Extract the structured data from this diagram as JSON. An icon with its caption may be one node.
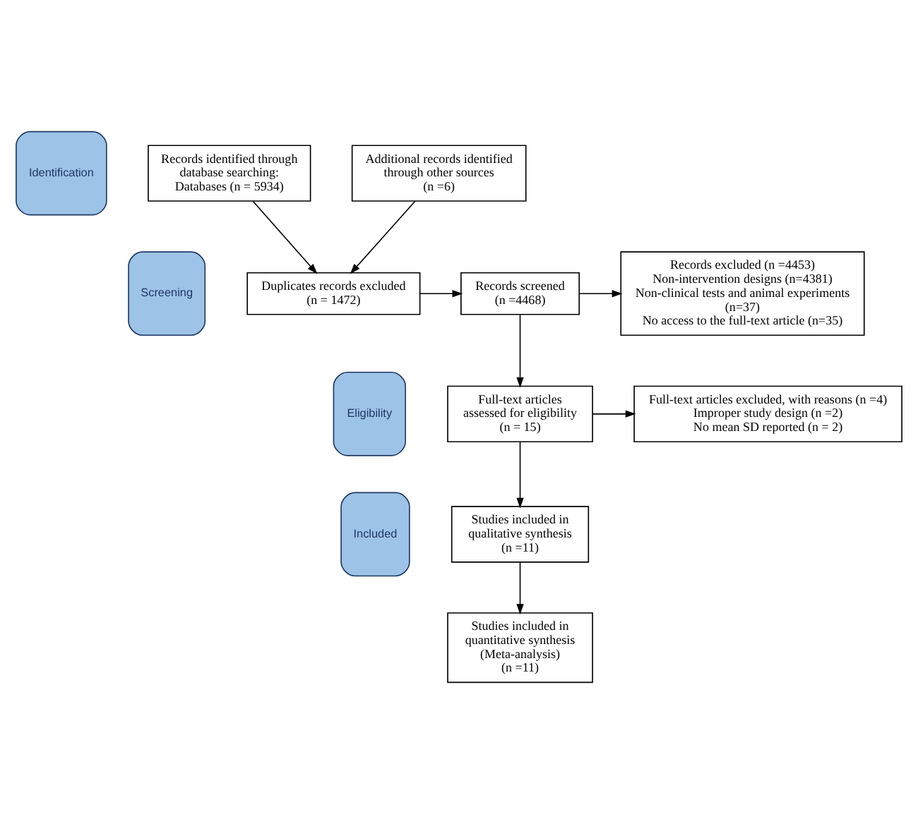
{
  "diagram": {
    "nodes": [
      {
        "text": [
          "Identification"
        ]
      },
      {
        "text": [
          "Screening"
        ]
      },
      {
        "text": [
          "Eligibility"
        ]
      },
      {
        "text": [
          "Included"
        ]
      },
      {
        "text": [
          "Records identified through database searching:",
          "Databases (n = 5934)"
        ]
      },
      {
        "text": [
          "Additional records identified through other sources",
          "(n =6)"
        ]
      },
      {
        "text": [
          "Duplicates records excluded",
          "(n = 1472)"
        ]
      },
      {
        "text": [
          "Records screened",
          "(n =4468)"
        ]
      },
      {
        "text": [
          "Records excluded (n =4453)",
          "Non-intervention designs (n=4381)",
          "Non-clinical tests and animal experiments (n=37)",
          "No access to the full-text article (n=35)"
        ]
      },
      {
        "text": [
          "Full-text articles assessed for eligibility",
          "(n = 15)"
        ]
      },
      {
        "text": [
          "Full-text articles excluded, with reasons (n =4)",
          "Improper study design (n =2)",
          "No mean SD reported (n = 2)"
        ]
      },
      {
        "text": [
          "Studies included in qualitative synthesis",
          "(n =11)"
        ]
      },
      {
        "text": [
          "Studies included in quantitative synthesis (Meta-analysis)",
          "(n =11)"
        ]
      }
    ],
    "edges": [
      {
        "from": 4,
        "to": 6,
        "arrow": "to"
      },
      {
        "from": 5,
        "to": 6,
        "arrow": "to"
      },
      {
        "from": 6,
        "to": 7,
        "arrow": "to"
      },
      {
        "from": 7,
        "to": 8,
        "arrow": "to"
      },
      {
        "from": 7,
        "to": 9,
        "arrow": "to"
      },
      {
        "from": 9,
        "to": 10,
        "arrow": "to"
      },
      {
        "from": 9,
        "to": 11,
        "arrow": "to"
      },
      {
        "from": 11,
        "to": 12,
        "arrow": "to"
      }
    ]
  }
}
